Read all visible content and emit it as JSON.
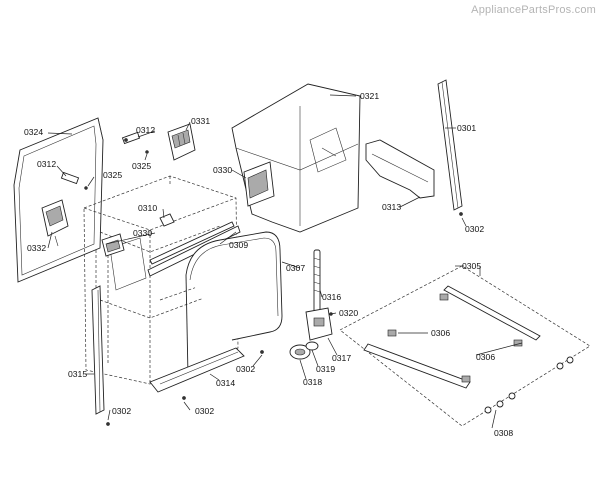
{
  "watermark": "AppliancePartsPros.com",
  "labels": {
    "p0324": "0324",
    "p0312a": "0312",
    "p0331": "0331",
    "p0325a": "0325",
    "p0312b": "0312",
    "p0325b": "0325",
    "p0330a": "0330",
    "p0332": "0332",
    "p0310": "0310",
    "p0330b": "0330",
    "p0309": "0309",
    "p0321": "0321",
    "p0301": "0301",
    "p0313": "0313",
    "p0302a": "0302",
    "p0305": "0305",
    "p0307": "0307",
    "p0316": "0316",
    "p0320": "0320",
    "p0306a": "0306",
    "p0306b": "0306",
    "p0317": "0317",
    "p0319": "0319",
    "p0318": "0318",
    "p0302b": "0302",
    "p0314": "0314",
    "p0315": "0315",
    "p0302c": "0302",
    "p0302d": "0302",
    "p0308": "0308"
  }
}
